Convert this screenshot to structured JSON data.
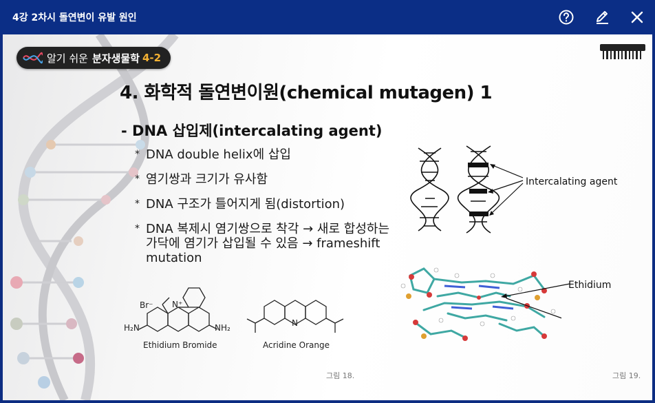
{
  "window": {
    "title": "4강 2차시 돌연변이 유발 원인"
  },
  "toolbar": {
    "help_icon": "question-circle-icon",
    "edit_icon": "pencil-icon",
    "close_icon": "close-icon"
  },
  "badge": {
    "prefix": "알기 쉬운",
    "name": "분자생물학",
    "number": "4-2"
  },
  "slide": {
    "heading": "4. 화학적 돌연변이원(chemical mutagen) 1",
    "subheading": "- DNA 삽입제(intercalating agent)",
    "bullets": [
      "DNA double helix에 삽입",
      "염기쌍과 크기가 유사함",
      "DNA 구조가 틀어지게 됨(distortion)"
    ],
    "bullet4_line1": "DNA 복제시 염기쌍으로 착각 → 새로 합성하는",
    "bullet4_line2": "가닥에 염기가 삽입될 수 있음 → frameshift",
    "bullet4_line3": "mutation",
    "bullet_marker": "*",
    "mol1_label": "Ethidium Bromide",
    "mol2_label": "Acridine Orange",
    "fig18": "그림 18.",
    "fig19": "그림 19.",
    "intercalating_label": "Intercalating agent",
    "ethidium_label": "Ethidium",
    "br_label": "Br⁻",
    "nplus_label": "N⁺",
    "h2n_label": "H₂N",
    "nh2_label": "NH₂",
    "n_label": "N"
  },
  "colors": {
    "titlebar": "#0b2e86",
    "accent": "#f5b233"
  }
}
